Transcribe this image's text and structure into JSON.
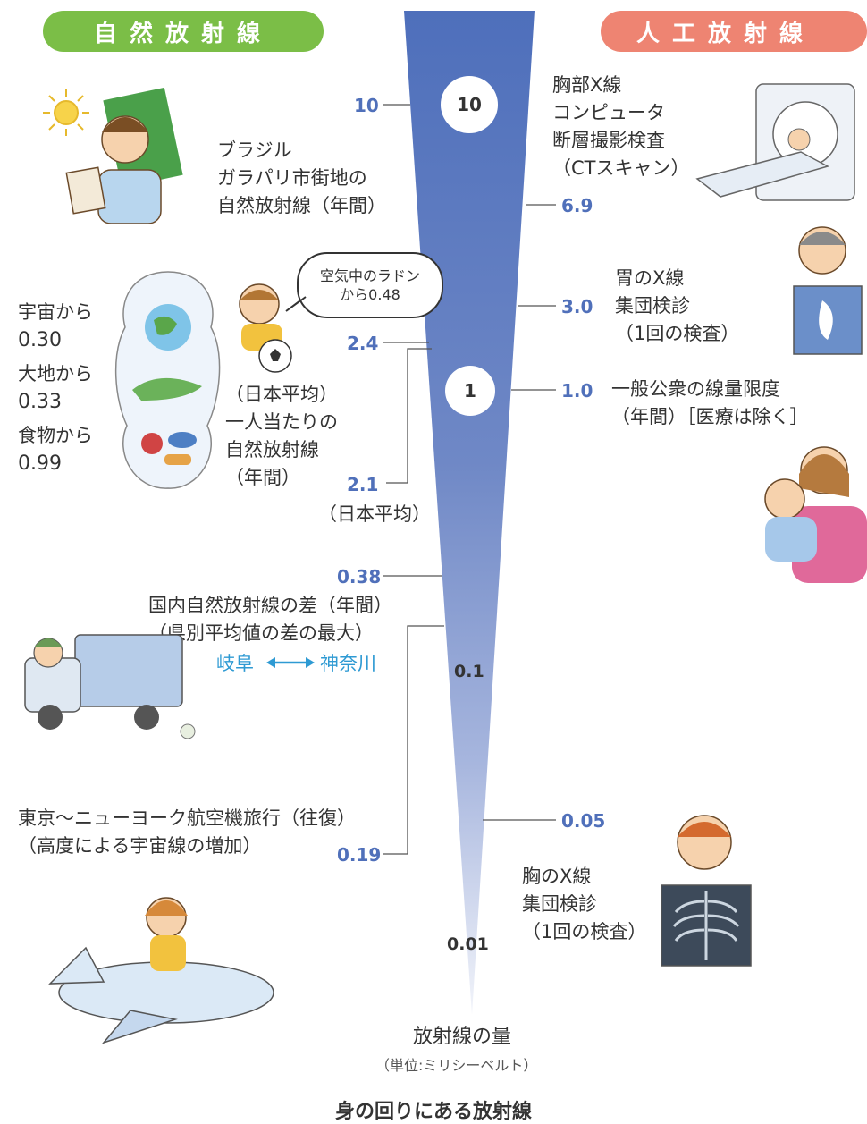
{
  "headers": {
    "natural": "自然放射線",
    "artificial": "人工放射線"
  },
  "scale": {
    "circle_10": "10",
    "circle_1": "1",
    "label_01": "0.1",
    "label_001": "0.01",
    "unit_title": "放射線の量",
    "unit_sub": "（単位:ミリシーベルト）"
  },
  "left": {
    "brazil": {
      "value": "10",
      "text": "ブラジル\nガラパリ市街地の\n自然放射線（年間）"
    },
    "radon": {
      "value": "2.4",
      "bubble_line1": "空気中のラドン",
      "bubble_line2": "から0.48"
    },
    "sources": {
      "space_label": "宇宙から",
      "space_value": "0.30",
      "earth_label": "大地から",
      "earth_value": "0.33",
      "food_label": "食物から",
      "food_value": "0.99"
    },
    "japan_avg": {
      "text": "（日本平均）\n一人当たりの\n自然放射線\n（年間）",
      "value": "2.1",
      "sub": "（日本平均）"
    },
    "prefecture": {
      "value": "0.38",
      "text": "国内自然放射線の差（年間）\n（県別平均値の差の最大）",
      "from": "岐阜",
      "to": "神奈川"
    },
    "flight": {
      "value": "0.19",
      "text": "東京〜ニューヨーク航空機旅行（往復）\n（高度による宇宙線の増加）"
    }
  },
  "right": {
    "ct": {
      "value": "6.9",
      "text": "胸部X線\nコンピュータ\n断層撮影検査\n（CTスキャン）"
    },
    "stomach": {
      "value": "3.0",
      "text": "胃のX線\n集団検診\n（1回の検査）"
    },
    "public_limit": {
      "value": "1.0",
      "text": "一般公衆の線量限度\n（年間）［医療は除く］"
    },
    "chest": {
      "value": "0.05",
      "text": "胸のX線\n集団検診\n（1回の検査）"
    }
  },
  "caption": "身の回りにある放射線",
  "colors": {
    "funnel_top": "#4e6fbb",
    "funnel_bottom": "#e8edf7",
    "value_blue": "#5070ba",
    "natural_green": "#7bbe47",
    "artificial_salmon": "#ee8472",
    "arrow_blue": "#2e9ad3"
  }
}
